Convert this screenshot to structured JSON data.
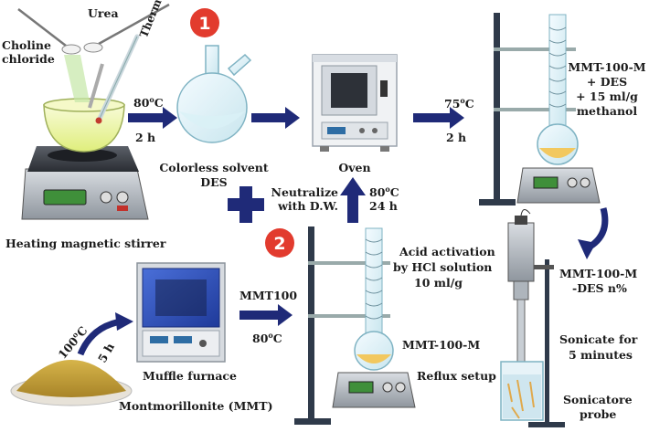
{
  "colors": {
    "step_badge": "#e23b2e",
    "arrow": "#1f2a78",
    "plus": "#1f2a78",
    "des_liquid": "#e9f49a",
    "mmt_powder": "#c9a43a",
    "oven_body": "#eceef1",
    "furnace_door": "#2f4fb8",
    "stand": "#2f3a4a"
  },
  "steps": {
    "one": "1",
    "two": "2"
  },
  "labels": {
    "urea": "Urea",
    "choline_1": "Choline",
    "choline_2": "chloride",
    "thermometer": "Thermometer",
    "temp_80": "80",
    "deg_80": "o",
    "c_80": "C",
    "time_2h": "2 h",
    "colorless_1": "Colorless solvent",
    "colorless_2": "DES",
    "oven": "Oven",
    "neutralize_1": "Neutralize",
    "neutralize_2": "with D.W.",
    "oven_temp": "80",
    "oven_deg": "o",
    "oven_c": "C",
    "oven_time": "24 h",
    "temp_75": "75",
    "deg_75": "o",
    "c_75": "C",
    "time_75": "2 h",
    "mmt_des_1": "MMT-100-M",
    "mmt_des_2": "+ DES",
    "mmt_des_3": "+ 15 ml/g",
    "mmt_des_4": "methanol",
    "stirrer": "Heating magnetic stirrer",
    "acid_1": "Acid activation",
    "acid_2": "by HCl solution",
    "acid_3": "10 ml/g",
    "mmt100m": "MMT-100-M",
    "reflux": "Reflux setup",
    "mmt100": "MMT100",
    "temp_80b": "80",
    "deg_80b": "o",
    "c_80b": "C",
    "temp_100": "100",
    "deg_100": "o",
    "c_100": "C",
    "time_5h": "5 h",
    "muffle": "Muffle furnace",
    "montmorillonite": "Montmorillonite (MMT)",
    "nanoprod_1": "MMT-100-M",
    "nanoprod_2": "-DES n%",
    "sonicate_1": "Sonicate for",
    "sonicate_2": "5 minutes",
    "sonicatore_1": "Sonicatore",
    "sonicatore_2": "probe"
  }
}
